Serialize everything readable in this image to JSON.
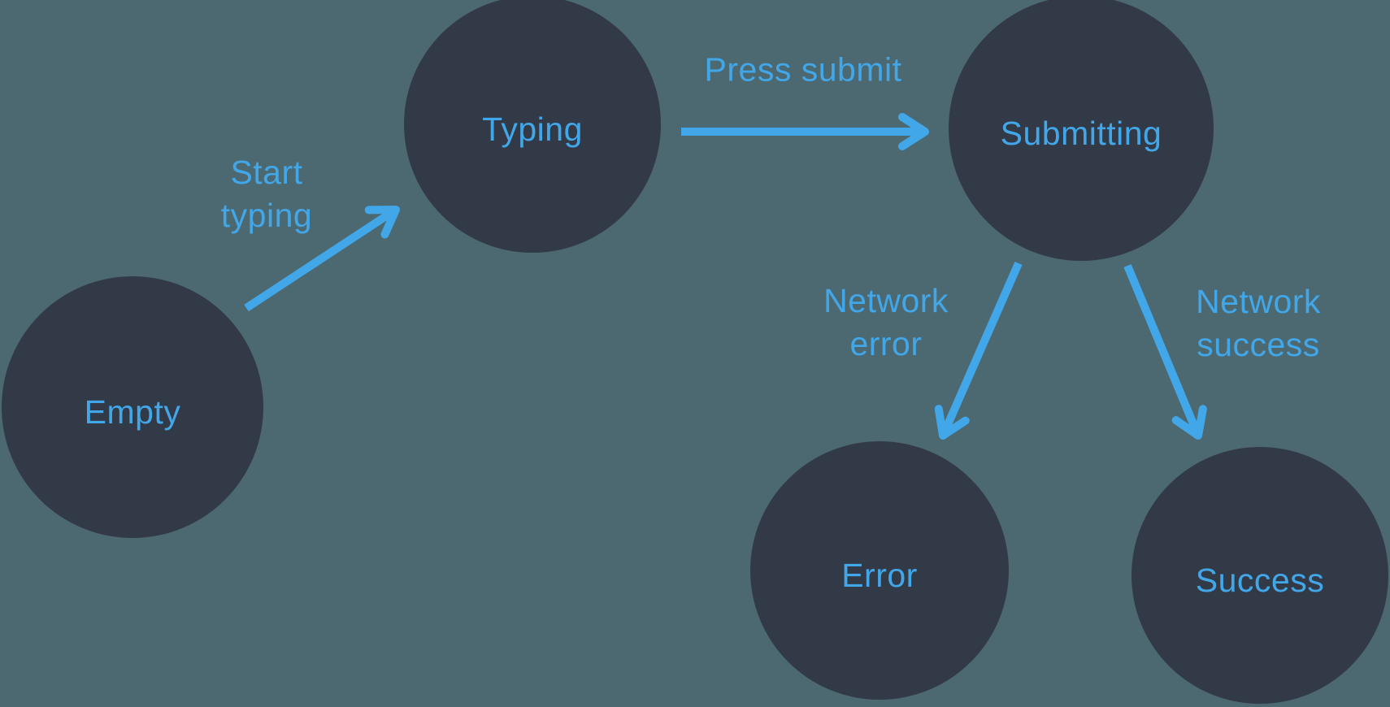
{
  "diagram": {
    "type": "state-machine",
    "colors": {
      "background": "#4C6871",
      "node_fill": "#333A47",
      "accent": "#42A7E8"
    },
    "states": [
      {
        "id": "empty",
        "label": "Empty"
      },
      {
        "id": "typing",
        "label": "Typing"
      },
      {
        "id": "submitting",
        "label": "Submitting"
      },
      {
        "id": "error",
        "label": "Error"
      },
      {
        "id": "success",
        "label": "Success"
      }
    ],
    "transitions": [
      {
        "from": "empty",
        "to": "typing",
        "label": "Start typing",
        "label_lines": [
          "Start",
          "typing"
        ]
      },
      {
        "from": "typing",
        "to": "submitting",
        "label": "Press submit",
        "label_lines": [
          "Press submit"
        ]
      },
      {
        "from": "submitting",
        "to": "error",
        "label": "Network error",
        "label_lines": [
          "Network",
          "error"
        ]
      },
      {
        "from": "submitting",
        "to": "success",
        "label": "Network success",
        "label_lines": [
          "Network",
          "success"
        ]
      }
    ]
  }
}
